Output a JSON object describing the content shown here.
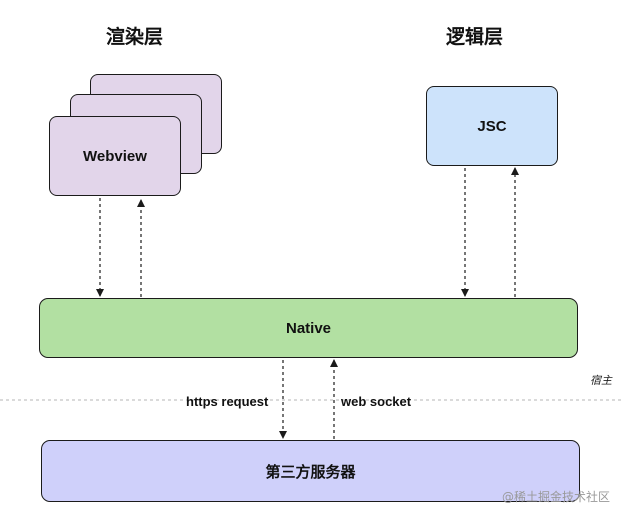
{
  "titles": {
    "render_layer": "渲染层",
    "logic_layer": "逻辑层"
  },
  "nodes": {
    "webview": "Webview",
    "jsc": "JSC",
    "native": "Native",
    "third_party_server": "第三方服务器"
  },
  "edges": {
    "https_request": "https request",
    "web_socket": "web socket"
  },
  "host_label": "宿主",
  "watermark": "@稀土掘金技术社区",
  "colors": {
    "webview_fill": "#e2d5ea",
    "jsc_fill": "#cde3fb",
    "native_fill": "#b2e0a2",
    "server_fill": "#cfd0fa",
    "stroke": "#1b1b1b"
  }
}
